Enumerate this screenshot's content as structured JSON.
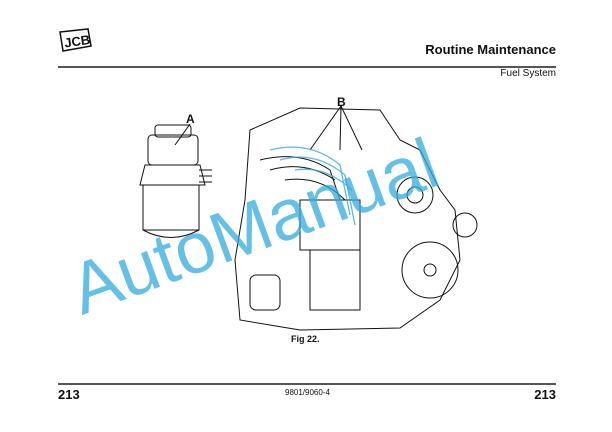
{
  "header": {
    "logo_text": "JCB",
    "title": "Routine Maintenance",
    "subtitle": "Fuel System"
  },
  "figure": {
    "label_a": "A",
    "label_b": "B",
    "caption": "Fig 22."
  },
  "watermark": "AutoManual",
  "footer": {
    "page_left": "213",
    "doc_number": "9801/9060-4",
    "page_right": "213"
  }
}
